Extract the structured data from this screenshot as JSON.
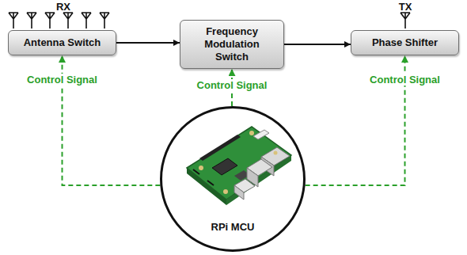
{
  "diagram": {
    "nodes": [
      {
        "text": [
          "Antenna Switch"
        ]
      },
      {
        "text": [
          "Frequency Modulation Switch"
        ]
      },
      {
        "text": [
          "Phase Shifter"
        ]
      },
      {
        "text": [
          "RPi MCU"
        ]
      }
    ],
    "edges": [
      {
        "from": 0,
        "to": 1,
        "arrow": "to"
      },
      {
        "from": 1,
        "to": 2,
        "arrow": "to"
      },
      {
        "from": 3,
        "to": 0,
        "arrow": "to",
        "label": "Control Signal"
      },
      {
        "from": 3,
        "to": 1,
        "arrow": "to",
        "label": "Control Signal"
      },
      {
        "from": 3,
        "to": 2,
        "arrow": "to",
        "label": "Control Signal"
      }
    ],
    "labels": [
      "RX",
      "TX"
    ]
  }
}
